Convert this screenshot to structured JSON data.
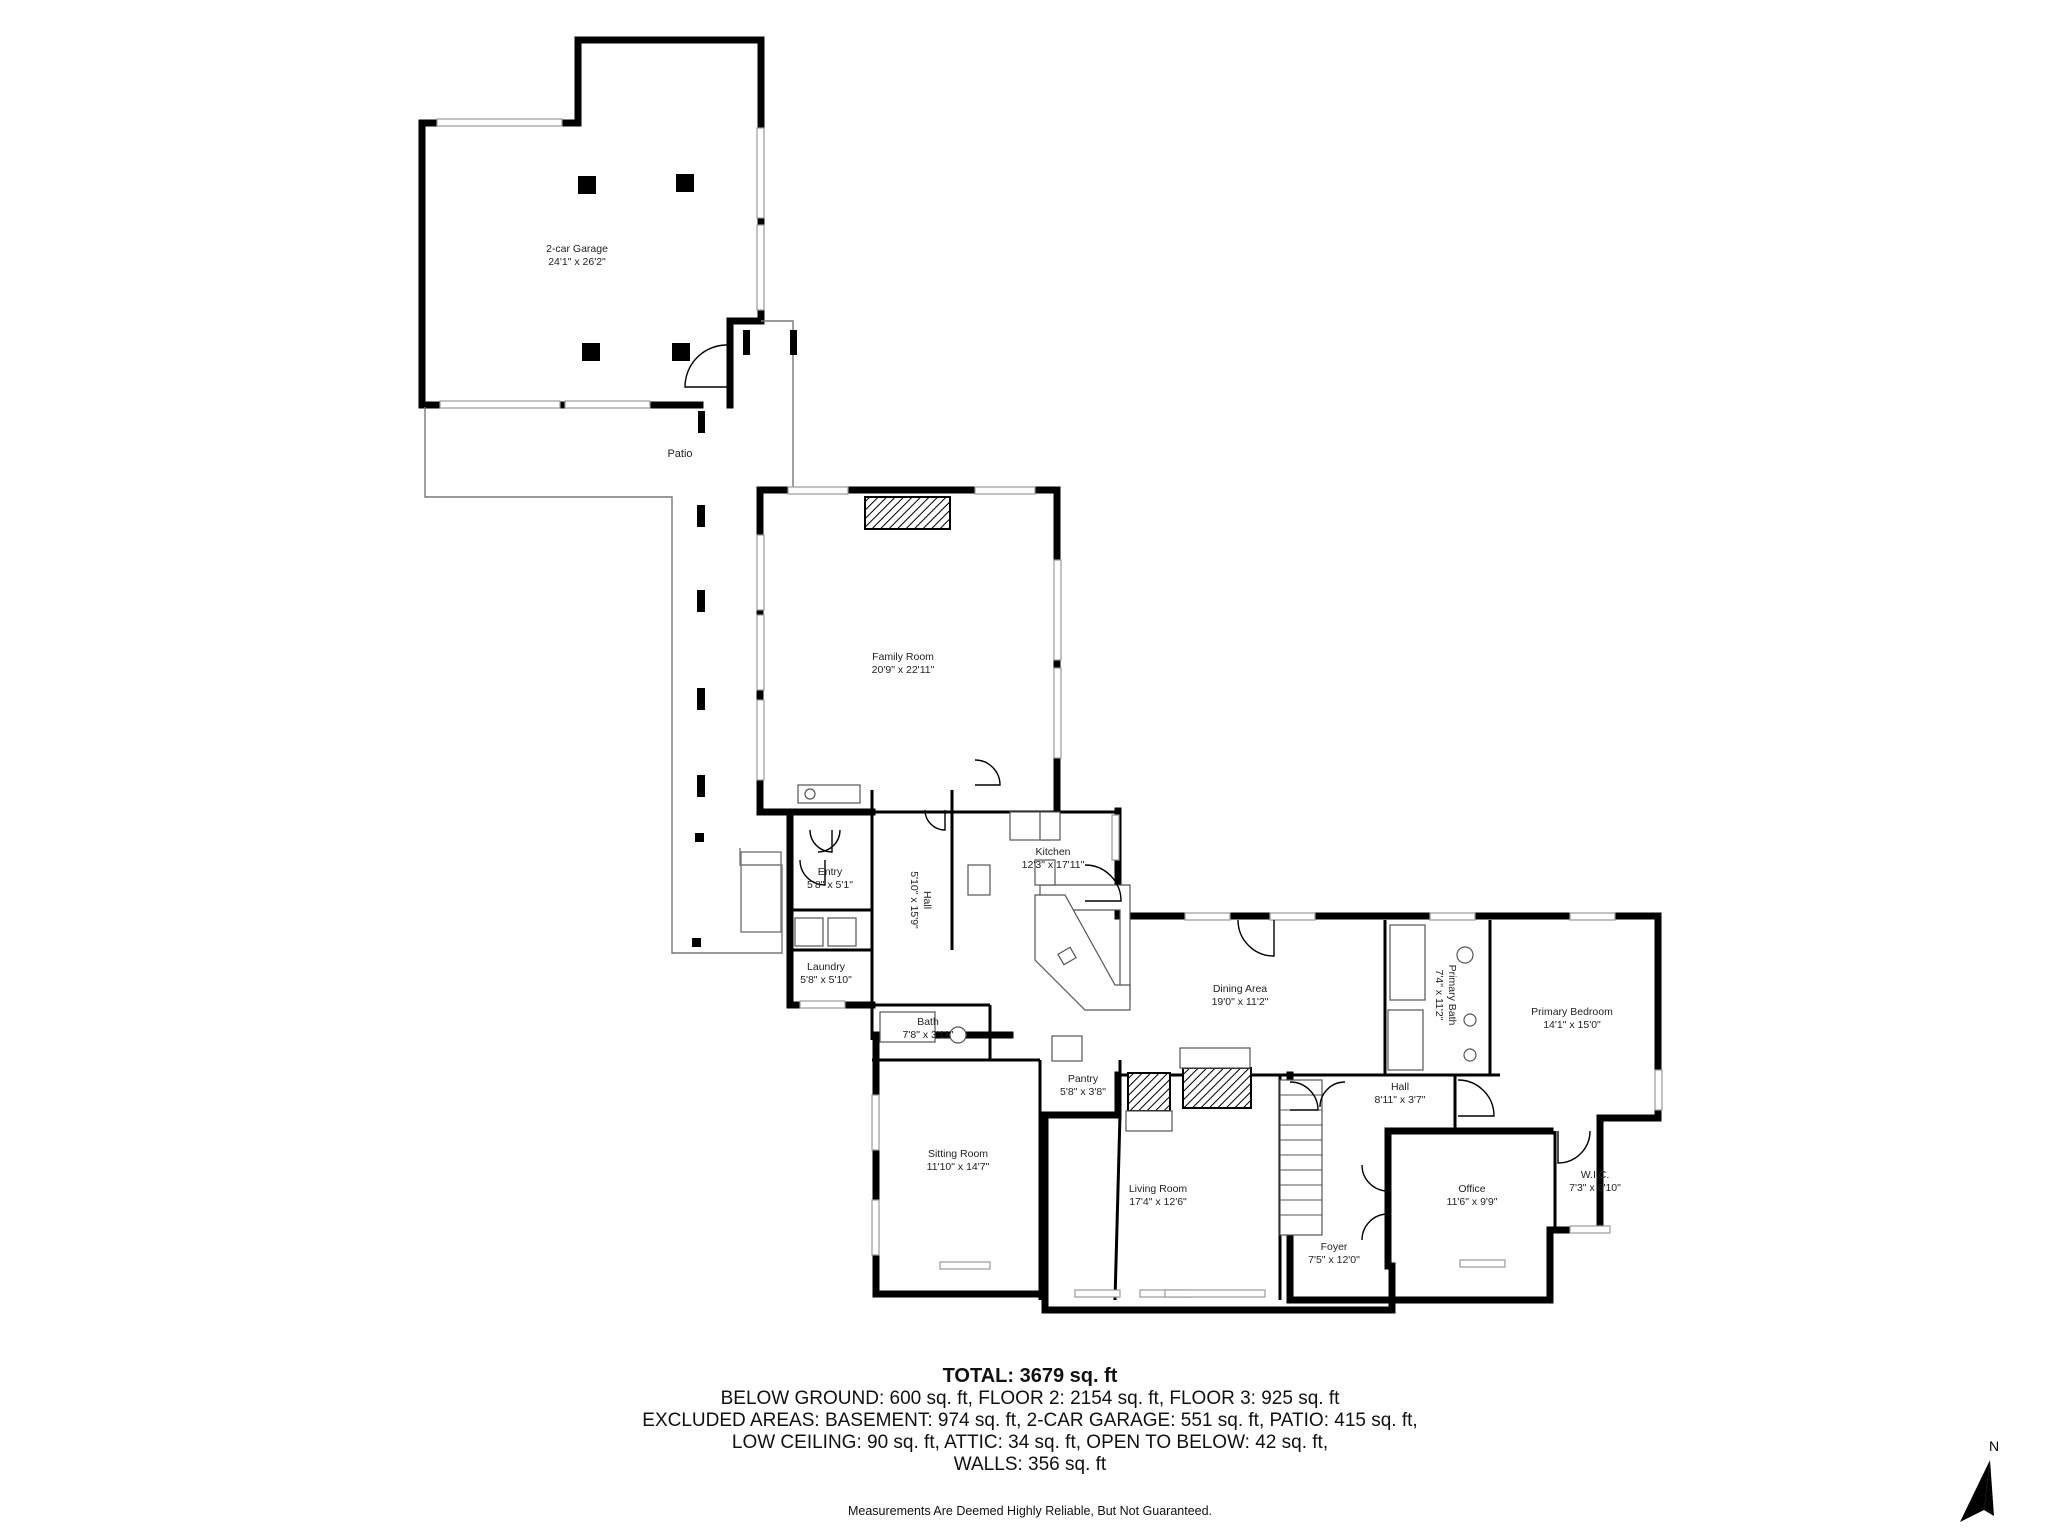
{
  "rooms": [
    {
      "name": "2-car Garage",
      "dims": "24'1\" x 26'2\""
    },
    {
      "name": "Family Room",
      "dims": "20'9\" x 22'11\""
    },
    {
      "name": "Kitchen",
      "dims": "12'3\" x 17'11\""
    },
    {
      "name": "Entry",
      "dims": "5'8\" x 5'1\""
    },
    {
      "name": "Laundry",
      "dims": "5'8\" x 5'10\""
    },
    {
      "name": "Hall",
      "dims": "5'10\" x 15'9\""
    },
    {
      "name": "Bath",
      "dims": "7'8\" x 3'11\""
    },
    {
      "name": "Dining Area",
      "dims": "19'0\" x 11'2\""
    },
    {
      "name": "Primary Bath",
      "dims": "7'4\" x 11'2\""
    },
    {
      "name": "Primary Bedroom",
      "dims": "14'1\" x 15'0\""
    },
    {
      "name": "Pantry",
      "dims": "5'8\" x 3'8\""
    },
    {
      "name": "Hall",
      "dims": "8'11\" x 3'7\""
    },
    {
      "name": "Sitting Room",
      "dims": "11'10\" x 14'7\""
    },
    {
      "name": "Living Room",
      "dims": "17'4\" x 12'6\""
    },
    {
      "name": "Foyer",
      "dims": "7'5\" x 12'0\""
    },
    {
      "name": "Office",
      "dims": "11'6\" x 9'9\""
    },
    {
      "name": "W.I.C.",
      "dims": "7'3\" x 6'10\""
    }
  ],
  "patio_label": "Patio",
  "summary": {
    "total": "TOTAL: 3679 sq. ft",
    "lines": [
      "BELOW GROUND: 600 sq. ft, FLOOR 2: 2154 sq. ft, FLOOR 3: 925 sq. ft",
      "EXCLUDED AREAS: BASEMENT: 974 sq. ft, 2-CAR GARAGE: 551 sq. ft, PATIO: 415 sq. ft,",
      "LOW CEILING: 90 sq. ft, ATTIC: 34 sq. ft, OPEN TO BELOW: 42 sq. ft,",
      "WALLS: 356 sq. ft"
    ]
  },
  "disclaimer": "Measurements Are Deemed Highly Reliable, But Not Guaranteed.",
  "compass": {
    "label": "N",
    "icon": "north-arrow-icon"
  },
  "colors": {
    "walls": "#000000",
    "background": "#ffffff",
    "fixtures": "#777777"
  }
}
